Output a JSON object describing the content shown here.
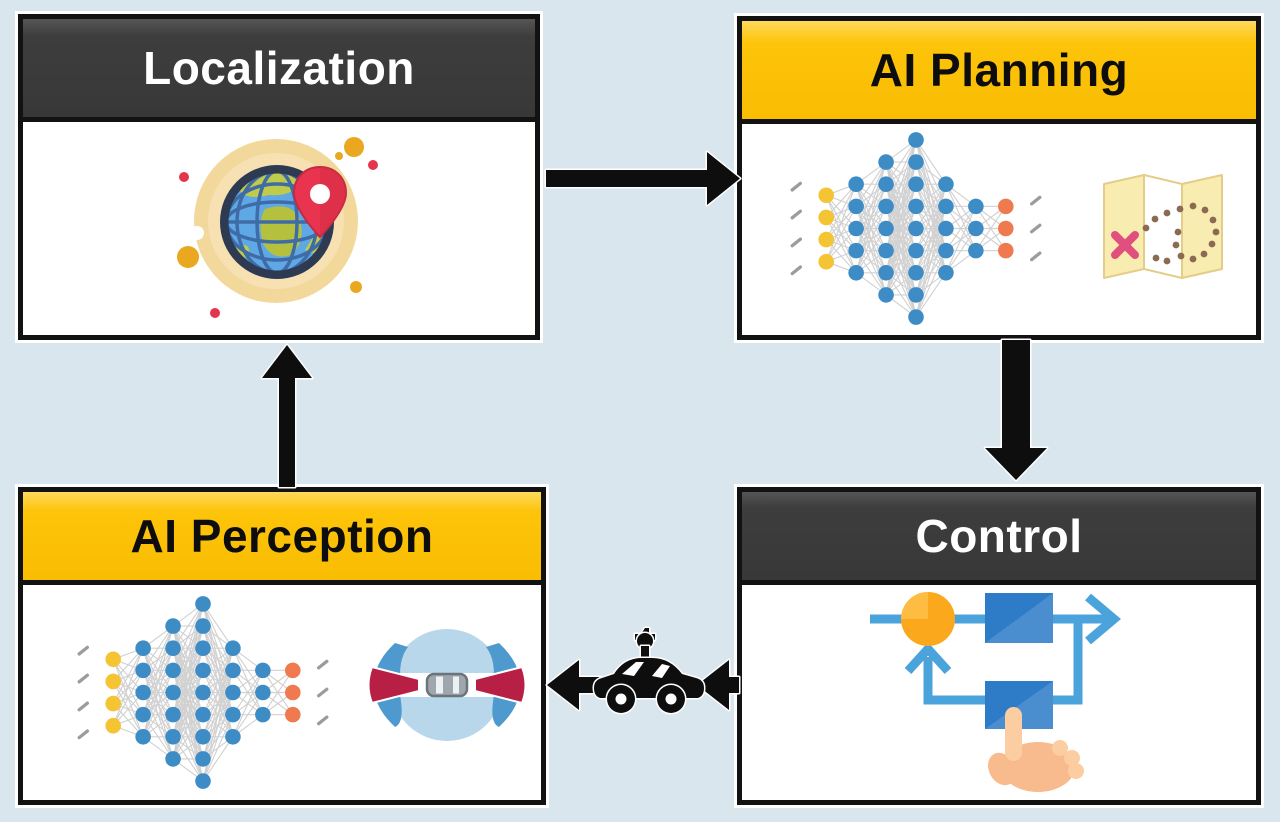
{
  "diagram": {
    "boxes": [
      {
        "id": "localization",
        "title": "Localization",
        "header_theme": "dark",
        "icons": [
          "globe-location-pin"
        ]
      },
      {
        "id": "ai_planning",
        "title": "AI Planning",
        "header_theme": "yellow",
        "icons": [
          "neural-network",
          "route-map"
        ]
      },
      {
        "id": "ai_perception",
        "title": "AI Perception",
        "header_theme": "yellow",
        "icons": [
          "neural-network",
          "car-surround-sensing"
        ]
      },
      {
        "id": "control",
        "title": "Control",
        "header_theme": "dark",
        "icons": [
          "feedback-control-loop",
          "hand-press"
        ]
      }
    ],
    "arrows": [
      {
        "from": "localization",
        "to": "ai_planning",
        "direction": "right"
      },
      {
        "from": "ai_planning",
        "to": "control",
        "direction": "down"
      },
      {
        "from": "control",
        "to": "ai_perception",
        "direction": "left",
        "via_icon": "autonomous-car"
      },
      {
        "from": "ai_perception",
        "to": "localization",
        "direction": "up"
      }
    ],
    "colors": {
      "background": "#d9e6ee",
      "header_dark": "#3d3d3d",
      "header_dark_text": "#ffffff",
      "header_yellow": "#fdc40a",
      "header_yellow_text": "#0d0d0d",
      "box_border": "#121212",
      "arrow": "#0e0e0e",
      "nn_input": "#f4c433",
      "nn_hidden": "#3d8cc6",
      "nn_output": "#ef7a50",
      "nn_link": "#cdcdcd",
      "nn_dash": "#9c9c9c",
      "loop_line": "#4ba3dc",
      "loop_sum_circle": "#fba81d",
      "loop_block": "#2e7cc8",
      "sensor_beam": "#b81f45",
      "sensor_circle": "#b8d7eb",
      "pin_red": "#e8344e",
      "map_paper": "#f8ecb0"
    },
    "neural_network": {
      "layers": [
        {
          "type": "dash",
          "role": "input-dots",
          "count": 4
        },
        {
          "type": "node",
          "role": "input",
          "count": 4
        },
        {
          "type": "node",
          "role": "hidden",
          "count": 5
        },
        {
          "type": "node",
          "role": "hidden",
          "count": 7
        },
        {
          "type": "node",
          "role": "hidden",
          "count": 9
        },
        {
          "type": "node",
          "role": "hidden",
          "count": 5
        },
        {
          "type": "node",
          "role": "hidden",
          "count": 3
        },
        {
          "type": "node",
          "role": "output",
          "count": 3
        },
        {
          "type": "dash",
          "role": "output-dots",
          "count": 3
        }
      ]
    }
  }
}
